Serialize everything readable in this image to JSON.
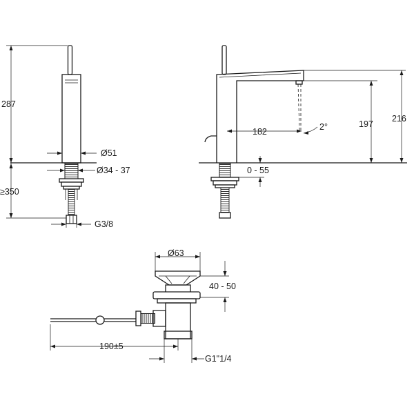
{
  "dimensions": {
    "front_height_total": "287",
    "front_body_diameter": "Ø51",
    "front_hole_diameter": "Ø34 - 37",
    "front_max_countertop": "≥350",
    "front_thread": "G3/8",
    "side_reach": "182",
    "side_tilt": "2°",
    "side_spout_height": "197",
    "side_total_height": "216",
    "side_countertop_range": "0 - 55",
    "drain_diameter": "Ø63",
    "drain_height_range": "40 - 50",
    "drain_rod_length": "190±5",
    "drain_thread": "G1\"1/4"
  }
}
